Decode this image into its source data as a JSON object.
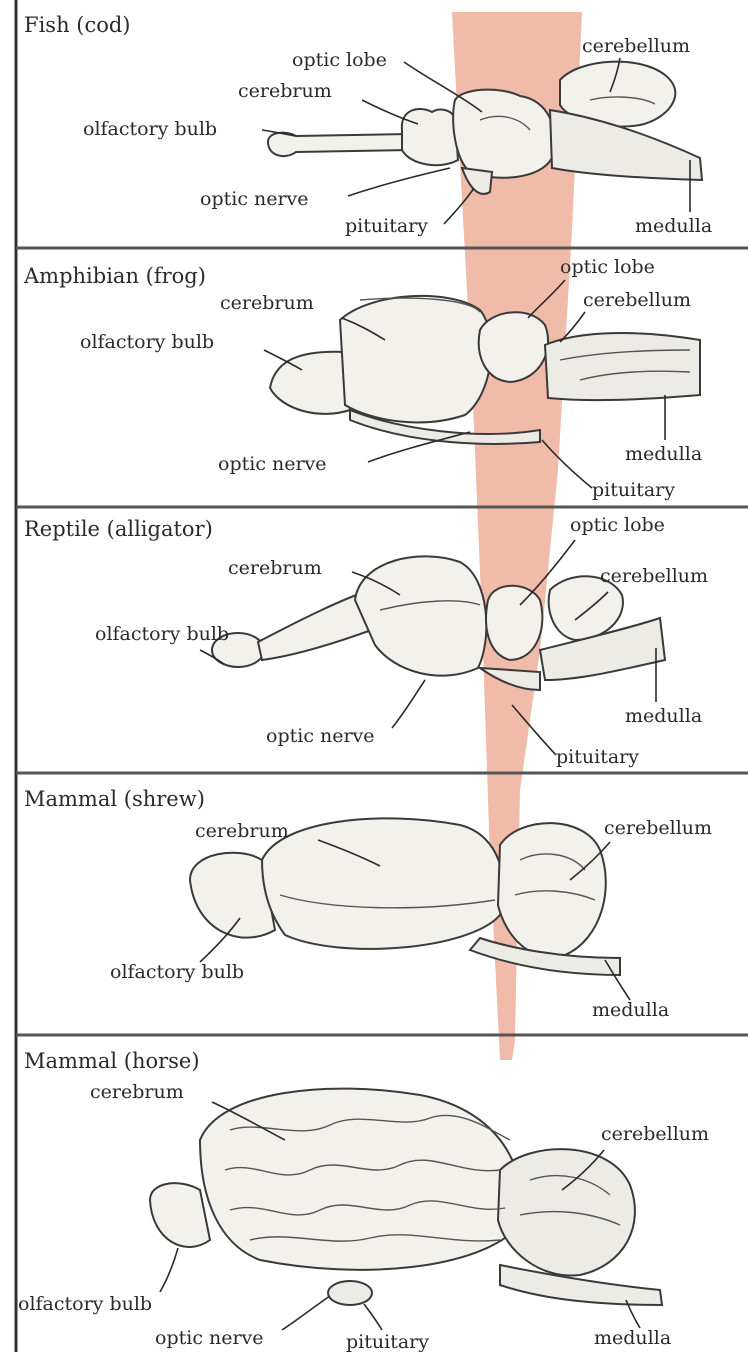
{
  "panels": [
    {
      "title": "Fish (cod)",
      "labels": {
        "optic_lobe": "optic lobe",
        "cerebellum": "cerebellum",
        "cerebrum": "cerebrum",
        "olfactory_bulb": "olfactory bulb",
        "optic_nerve": "optic nerve",
        "pituitary": "pituitary",
        "medulla": "medulla"
      }
    },
    {
      "title": "Amphibian (frog)",
      "labels": {
        "optic_lobe": "optic lobe",
        "cerebrum": "cerebrum",
        "cerebellum": "cerebellum",
        "olfactory_bulb": "olfactory bulb",
        "medulla": "medulla",
        "optic_nerve": "optic nerve",
        "pituitary": "pituitary"
      }
    },
    {
      "title": "Reptile (alligator)",
      "labels": {
        "optic_lobe": "optic lobe",
        "cerebrum": "cerebrum",
        "cerebellum": "cerebellum",
        "olfactory_bulb": "olfactory bulb",
        "medulla": "medulla",
        "optic_nerve": "optic nerve",
        "pituitary": "pituitary"
      }
    },
    {
      "title": "Mammal (shrew)",
      "labels": {
        "cerebrum": "cerebrum",
        "cerebellum": "cerebellum",
        "olfactory_bulb": "olfactory bulb",
        "medulla": "medulla"
      }
    },
    {
      "title": "Mammal (horse)",
      "labels": {
        "cerebrum": "cerebrum",
        "cerebellum": "cerebellum",
        "olfactory_bulb": "olfactory bulb",
        "optic_nerve": "optic nerve",
        "pituitary": "pituitary",
        "medulla": "medulla"
      }
    }
  ],
  "colors": {
    "midbrain_band": "#f0b7a4",
    "background": "#ffffff",
    "ink": "#2a2a2a"
  }
}
